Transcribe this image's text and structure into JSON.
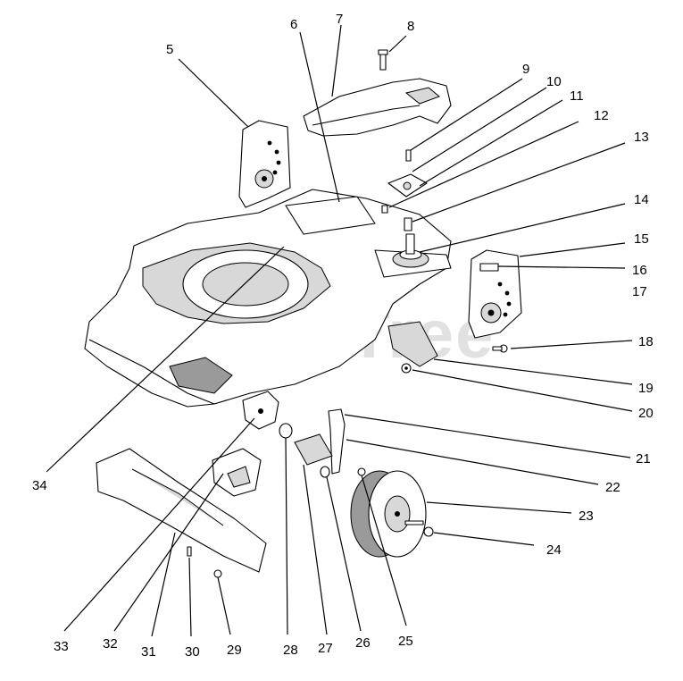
{
  "watermark": "PartsTree",
  "callouts": [
    "5",
    "6",
    "7",
    "8",
    "9",
    "10",
    "11",
    "12",
    "13",
    "14",
    "15",
    "16",
    "17",
    "18",
    "19",
    "20",
    "21",
    "22",
    "23",
    "24",
    "25",
    "26",
    "27",
    "28",
    "29",
    "30",
    "31",
    "32",
    "33",
    "34"
  ]
}
